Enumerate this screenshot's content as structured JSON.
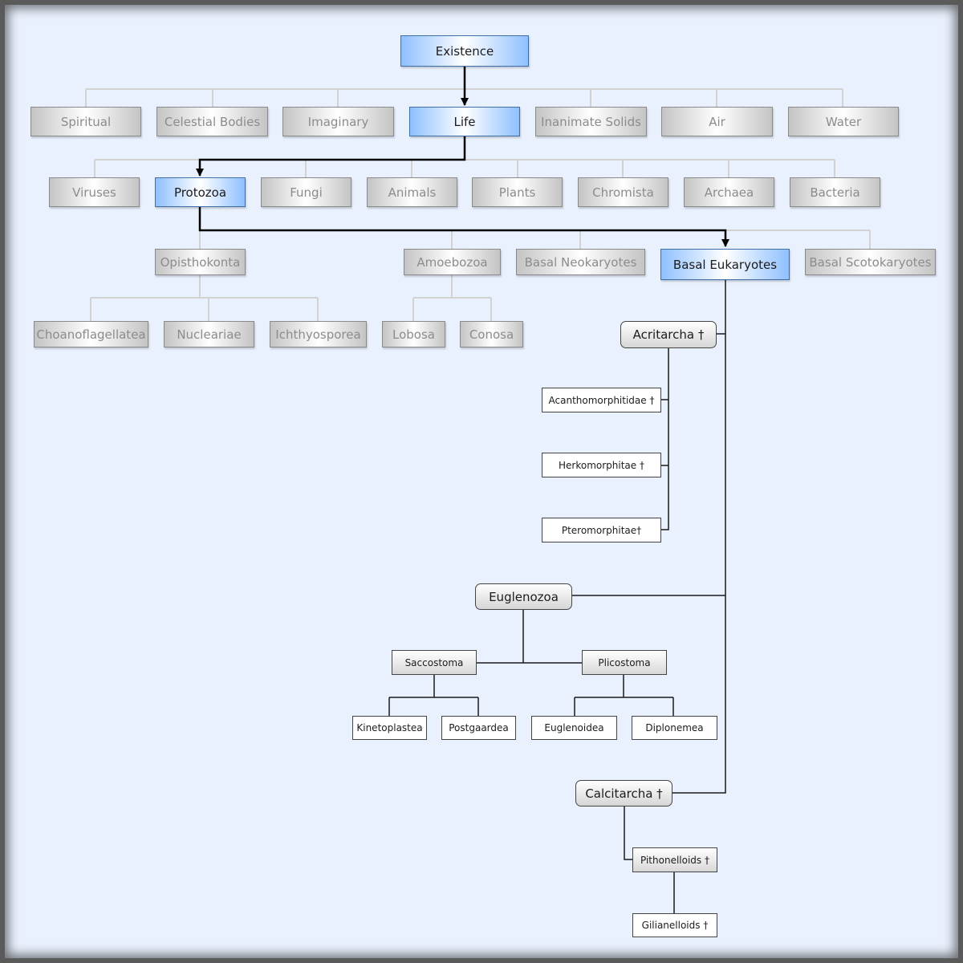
{
  "nodes": {
    "existence": "Existence",
    "spiritual": "Spiritual",
    "celestial_bodies": "Celestial Bodies",
    "imaginary": "Imaginary",
    "life": "Life",
    "inanimate_solids": "Inanimate Solids",
    "air": "Air",
    "water": "Water",
    "viruses": "Viruses",
    "protozoa": "Protozoa",
    "fungi": "Fungi",
    "animals": "Animals",
    "plants": "Plants",
    "chromista": "Chromista",
    "archaea": "Archaea",
    "bacteria": "Bacteria",
    "opisthokonta": "Opisthokonta",
    "amoebozoa": "Amoebozoa",
    "basal_neokaryotes": "Basal Neokaryotes",
    "basal_eukaryotes": "Basal Eukaryotes",
    "basal_scotokaryotes": "Basal Scotokaryotes",
    "choanoflagellatea": "Choanoflagellatea",
    "nucleariae": "Nucleariae",
    "ichthyosporea": "Ichthyosporea",
    "lobosa": "Lobosa",
    "conosa": "Conosa",
    "acritarcha": "Acritarcha †",
    "acanthomorphitidae": "Acanthomorphitidae †",
    "herkomorphitae": "Herkomorphitae †",
    "pteromorphitae": "Pteromorphitae†",
    "euglenozoa": "Euglenozoa",
    "saccostoma": "Saccostoma",
    "plicostoma": "Plicostoma",
    "kinetoplastea": "Kinetoplastea",
    "postgaardea": "Postgaardea",
    "euglenoidea": "Euglenoidea",
    "diplonemea": "Diplonemea",
    "calcitarcha": "Calcitarcha †",
    "pithonelloids": "Pithonelloids †",
    "gilianelloids": "Gilianelloids †"
  },
  "colors": {
    "background": "#eaf1fe",
    "frame": "#5a5a5a",
    "highlight_blue": "#8fc0ff",
    "inactive_grey": "#c4c4c4",
    "inactive_text": "#8c8c8c",
    "connector_grey": "#d2d2d2",
    "connector_dark": "#1a1a1a"
  }
}
